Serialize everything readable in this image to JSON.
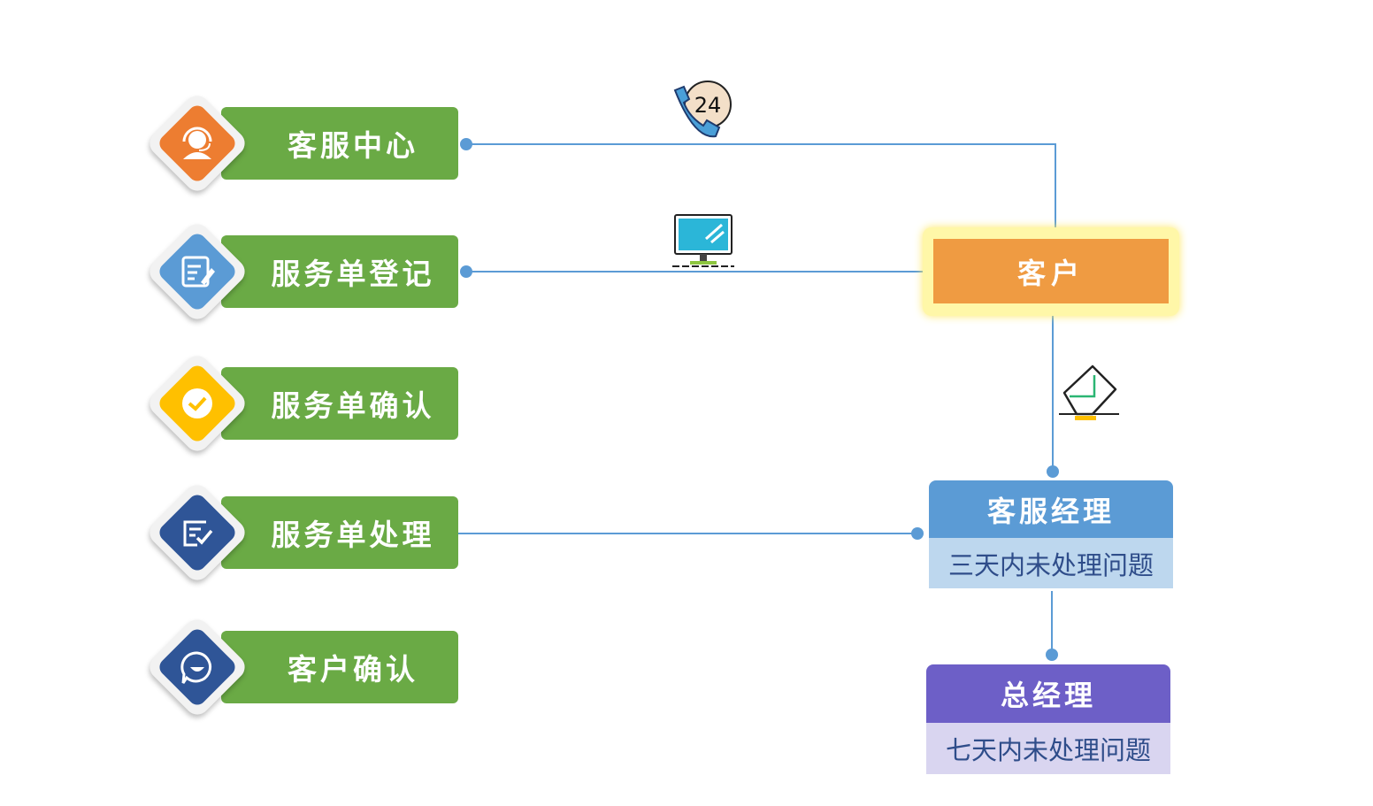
{
  "steps": [
    {
      "label": "客服中心",
      "icon": "headset-icon",
      "color": "#ed7d31"
    },
    {
      "label": "服务单登记",
      "icon": "edit-form-icon",
      "color": "#5b9bd5"
    },
    {
      "label": "服务单确认",
      "icon": "check-circle-icon",
      "color": "#ffc000"
    },
    {
      "label": "服务单处理",
      "icon": "checklist-icon",
      "color": "#2f5597"
    },
    {
      "label": "客户确认",
      "icon": "chat-smile-icon",
      "color": "#2f5597"
    }
  ],
  "customer": {
    "label": "客户"
  },
  "manager": {
    "title": "客服经理",
    "note": "三天内未处理问题"
  },
  "gm": {
    "title": "总经理",
    "note": "七天内未处理问题"
  },
  "phone_badge": "24",
  "colors": {
    "green": "#6aaa45",
    "line": "#5b9bd5",
    "orange": "#ef9b42",
    "blue": "#5b9bd5",
    "purple": "#6d5fc7"
  }
}
